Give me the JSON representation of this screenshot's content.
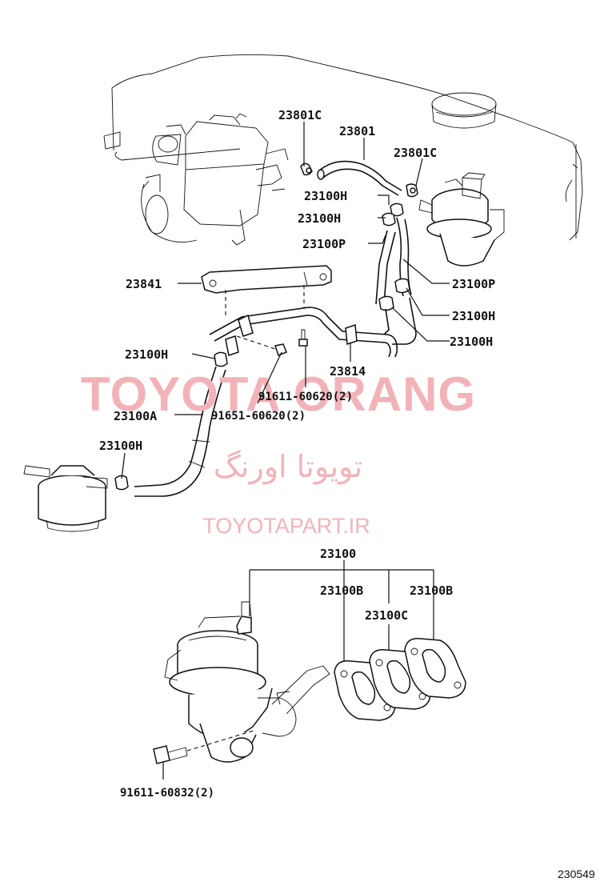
{
  "watermark": {
    "brand": "TOYOTA ORANG",
    "persian": "تویوتا اورنگ",
    "url": "TOYOTAPART.IR",
    "color": "#f2b3b8"
  },
  "callouts": {
    "c23801C_a": "23801C",
    "c23801": "23801",
    "c23801C_b": "23801C",
    "c23100H_a": "23100H",
    "c23100H_b": "23100H",
    "c23100P_a": "23100P",
    "c23841": "23841",
    "c23100P_b": "23100P",
    "c23100H_c": "23100H",
    "c23100H_d": "23100H",
    "c23100H_e": "23100H",
    "c23814": "23814",
    "c91611_60620": "91611-60620(2)",
    "c23100A": "23100A",
    "c91651_60620": "91651-60620(2)",
    "c23100H_f": "23100H",
    "c23100": "23100",
    "c23100B_a": "23100B",
    "c23100B_b": "23100B",
    "c23100C": "23100C",
    "c91611_60832": "91611-60832(2)"
  },
  "figure_code": "230549"
}
